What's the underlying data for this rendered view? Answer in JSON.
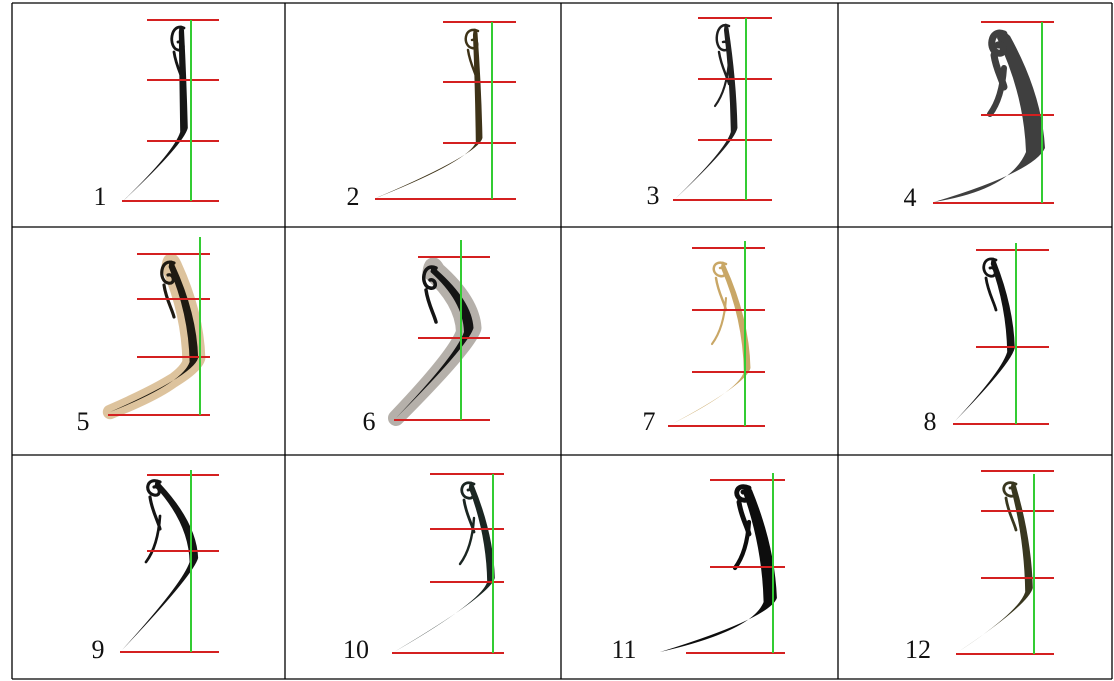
{
  "figure": {
    "rows": 3,
    "cols": 4,
    "colors": {
      "guide_line": "#d42020",
      "axis_line": "#33cc33",
      "border": "#000000"
    },
    "panels": [
      {
        "label": "1",
        "ink": "#161616",
        "halo": null
      },
      {
        "label": "2",
        "ink": "#3e3318",
        "halo": null
      },
      {
        "label": "3",
        "ink": "#202020",
        "halo": null
      },
      {
        "label": "4",
        "ink": "#3f3f3f",
        "halo": null
      },
      {
        "label": "5",
        "ink": "#1e1a12",
        "halo": "#d7b98c"
      },
      {
        "label": "6",
        "ink": "#141414",
        "halo": "#a8a29b"
      },
      {
        "label": "7",
        "ink": "#c9a766",
        "halo": null
      },
      {
        "label": "8",
        "ink": "#141414",
        "halo": null
      },
      {
        "label": "9",
        "ink": "#141414",
        "halo": null
      },
      {
        "label": "10",
        "ink": "#1b2622",
        "halo": null
      },
      {
        "label": "11",
        "ink": "#0d0d0d",
        "halo": null
      },
      {
        "label": "12",
        "ink": "#39371f",
        "halo": null
      }
    ]
  }
}
